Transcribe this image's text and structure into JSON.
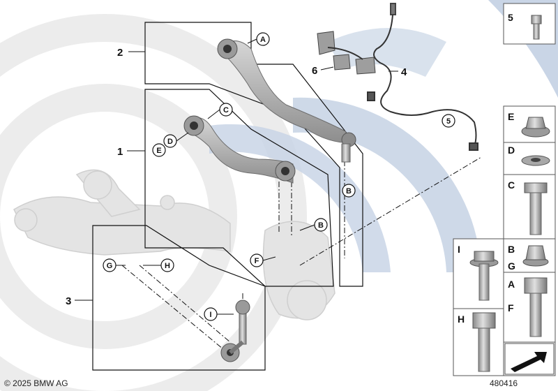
{
  "copyright": "© 2025 BMW AG",
  "diagram_id": "480416",
  "item_numbers": [
    "1",
    "2",
    "3",
    "4",
    "5",
    "6"
  ],
  "callouts": {
    "A": "A",
    "B": "B",
    "C": "C",
    "D": "D",
    "E": "E",
    "F": "F",
    "G": "G",
    "H": "H",
    "I": "I",
    "5": "5"
  },
  "side_panel": {
    "box_5": "5",
    "box_E": "E",
    "box_D": "D",
    "box_C": "C",
    "box_I": "I",
    "box_B": "B",
    "box_G": "G",
    "box_A": "A",
    "box_F": "F",
    "box_H": "H"
  },
  "nav_icon": "arrow-next-icon",
  "colors": {
    "watermark": "#c9d5e6",
    "part_grey": "#a3a3a3",
    "ghost_grey": "#e2e2e2",
    "line": "#111111"
  }
}
